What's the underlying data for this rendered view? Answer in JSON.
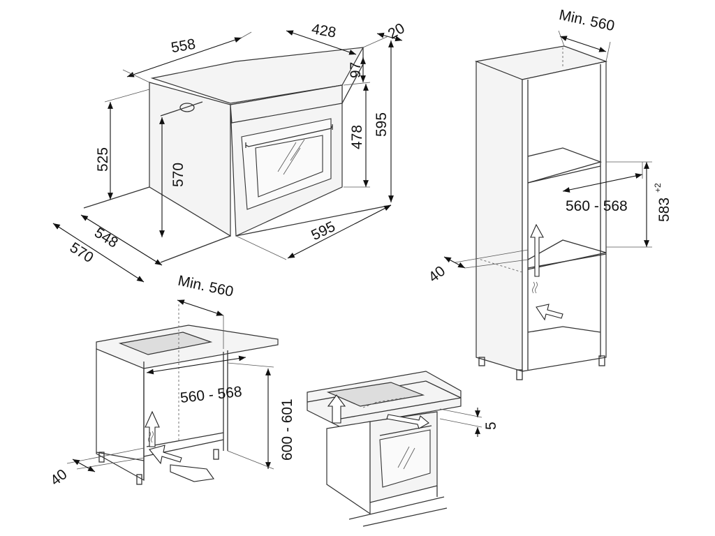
{
  "labels": {
    "oven_width_top": "558",
    "oven_depth_top": "428",
    "front_thickness": "20",
    "panel_height": "97",
    "cavity_height": "478",
    "front_height": "595",
    "body_height_left": "525",
    "body_height_inner": "570",
    "front_width": "595",
    "depth_inner": "548",
    "depth_outer": "570",
    "tall_min_depth": "Min. 560",
    "tall_niche_width": "560 - 568",
    "tall_niche_height": "583",
    "tall_niche_height_tol": "+2",
    "tall_rear_gap": "40",
    "under_min_depth": "Min. 560",
    "under_niche_width": "560 - 568",
    "under_niche_height": "600 - 601",
    "under_rear_gap": "40",
    "worktop_gap": "5"
  },
  "colors": {
    "line": "#333333",
    "dimension": "#111111",
    "background": "#ffffff"
  },
  "icons": [
    "airflow-arrow-icon",
    "heat-wave-icon"
  ]
}
